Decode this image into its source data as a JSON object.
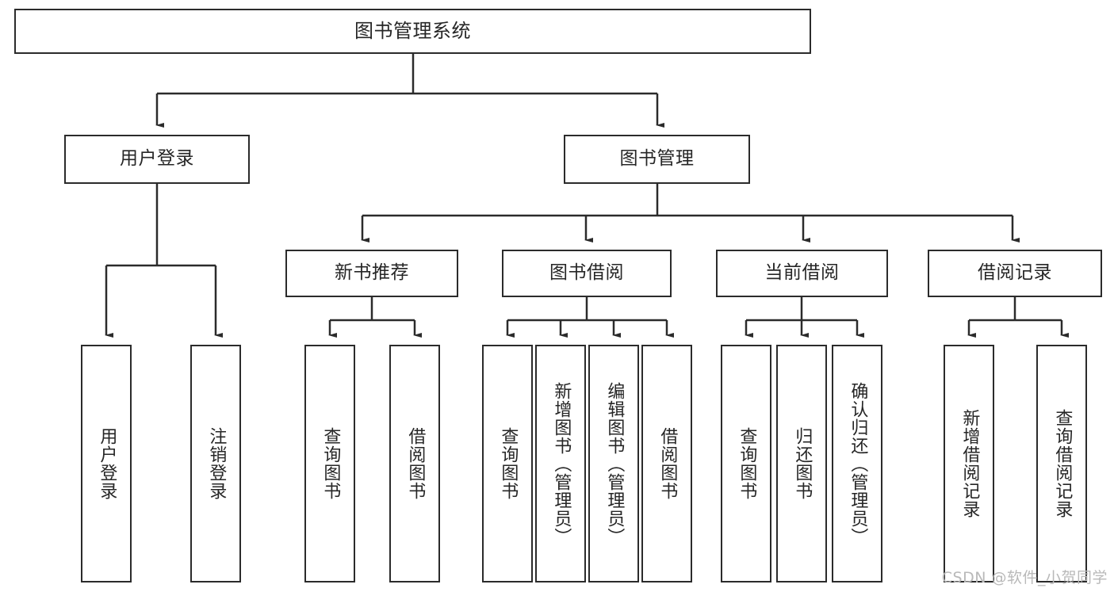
{
  "diagram": {
    "title": "图书管理系统",
    "type": "hierarchy-tree",
    "watermark": "CSDN @软件_小贺同学",
    "colors": {
      "box_border": "#2b2b2b",
      "box_fill": "#ffffff",
      "connector": "#2b2b2b",
      "text": "#262626",
      "watermark": "#b9b9b9",
      "background": "#ffffff"
    },
    "root": {
      "label": "图书管理系统"
    },
    "level2": [
      {
        "id": "user-login",
        "label": "用户登录"
      },
      {
        "id": "book-management",
        "label": "图书管理"
      }
    ],
    "level3": [
      {
        "id": "new-book-recommend",
        "label": "新书推荐",
        "parent": "book-management"
      },
      {
        "id": "book-borrow",
        "label": "图书借阅",
        "parent": "book-management"
      },
      {
        "id": "current-borrow",
        "label": "当前借阅",
        "parent": "book-management"
      },
      {
        "id": "borrow-record",
        "label": "借阅记录",
        "parent": "book-management"
      }
    ],
    "leaves": {
      "user-login": [
        {
          "id": "leaf-user-login",
          "label": "用户登录"
        },
        {
          "id": "leaf-user-logout",
          "label": "注销登录"
        }
      ],
      "new-book-recommend": [
        {
          "id": "leaf-query-book-1",
          "label": "查询图书"
        },
        {
          "id": "leaf-borrow-book-1",
          "label": "借阅图书"
        }
      ],
      "book-borrow": [
        {
          "id": "leaf-query-book-2",
          "label": "查询图书"
        },
        {
          "id": "leaf-add-book",
          "label": "新增图书（管理员）"
        },
        {
          "id": "leaf-edit-book",
          "label": "编辑图书（管理员）"
        },
        {
          "id": "leaf-borrow-book-2",
          "label": "借阅图书"
        }
      ],
      "current-borrow": [
        {
          "id": "leaf-query-book-3",
          "label": "查询图书"
        },
        {
          "id": "leaf-return-book",
          "label": "归还图书"
        },
        {
          "id": "leaf-confirm-return",
          "label": "确认归还（管理员）"
        }
      ],
      "borrow-record": [
        {
          "id": "leaf-add-record",
          "label": "新增借阅记录"
        },
        {
          "id": "leaf-query-record",
          "label": "查询借阅记录"
        }
      ]
    }
  }
}
